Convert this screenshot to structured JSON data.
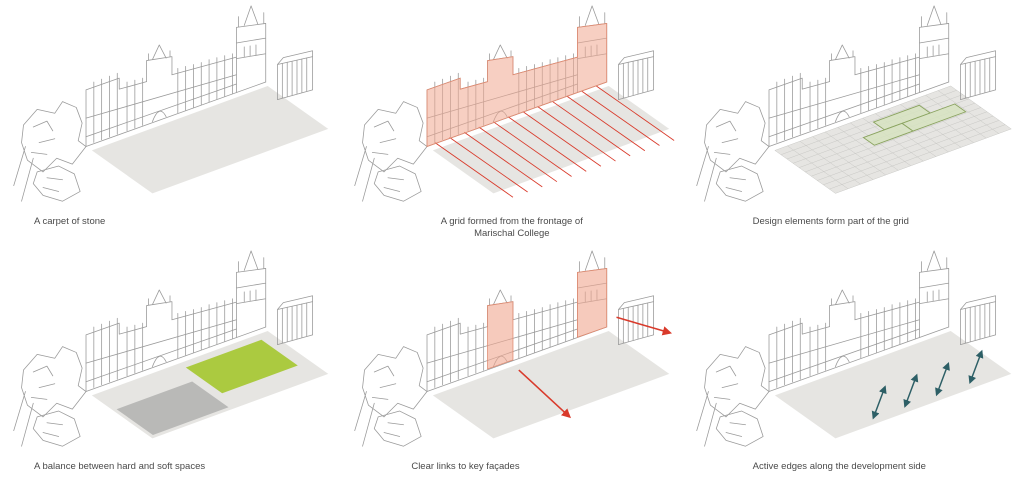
{
  "page": {
    "background": "#ffffff"
  },
  "colors": {
    "plaza_fill": "#e6e5e2",
    "facade_highlight_fill": "#f0a78f",
    "facade_highlight_stroke": "#e08a70",
    "red_accent": "#d93a2b",
    "grid_line": "#c4c4c0",
    "grid_cell_fill": "#d6e3c0",
    "grid_cell_stroke": "#8aa35f",
    "soft_green": "#a6c832",
    "hard_grey": "#b4b4b2",
    "teal_accent": "#2d5f66",
    "sketch_line": "#9a9a9a",
    "caption_text": "#4a4a4a"
  },
  "panels": [
    {
      "id": "carpet-of-stone",
      "caption": "A carpet of stone"
    },
    {
      "id": "grid-from-frontage",
      "caption": "A grid formed from the frontage of Marischal College"
    },
    {
      "id": "design-elements",
      "caption": "Design elements form part of the grid"
    },
    {
      "id": "hard-soft",
      "caption": "A balance between hard and soft spaces"
    },
    {
      "id": "key-facades",
      "caption": "Clear links to key façades"
    },
    {
      "id": "active-edges",
      "caption": "Active edges along the development side"
    }
  ]
}
